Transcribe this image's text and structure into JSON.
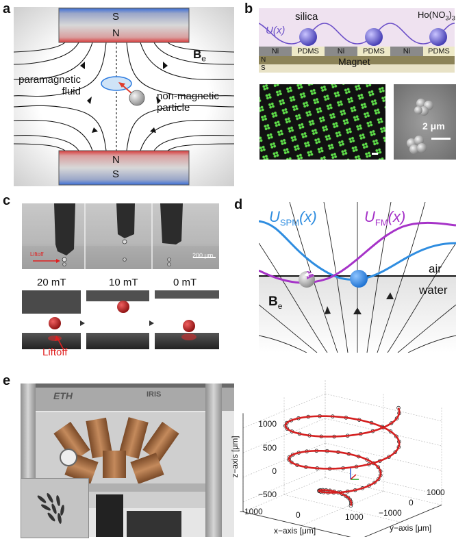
{
  "panel_a": {
    "label": "a",
    "top_magnet": {
      "upper": "S",
      "lower": "N"
    },
    "bottom_magnet": {
      "upper": "N",
      "lower": "S"
    },
    "field_label": "B",
    "field_sub": "e",
    "fluid_label_1": "paramagnetic",
    "fluid_label_2": "fluid",
    "particle_label_1": "non-magnetic",
    "particle_label_2": "particle"
  },
  "panel_b": {
    "label": "b",
    "potential_label": "U(x)",
    "silica": "silica",
    "ho": "Ho(NO",
    "ho_sub": "3",
    "ho_close": ")",
    "ho_sub2": "3",
    "strip_labels": [
      "Ni",
      "PDMS",
      "Ni",
      "PDMS",
      "Ni",
      "PDMS"
    ],
    "n_label": "N",
    "s_label": "S",
    "magnet_label": "Magnet",
    "scalebar": "2 μm"
  },
  "panel_c": {
    "label": "c",
    "liftoff_small": "Liftoff",
    "scalebar": "200 μm",
    "fields": [
      "20 mT",
      "10 mT",
      "0 mT"
    ],
    "liftoff": "Liftoff"
  },
  "panel_d": {
    "label": "d",
    "u_spm": "U",
    "u_spm_sub": "SPM",
    "u_fm": "U",
    "u_fm_sub": "FM",
    "arg": "(x)",
    "air": "air",
    "water": "water",
    "field_label": "B",
    "field_sub": "e",
    "colors": {
      "spm": "#2f8de0",
      "fm": "#a633c8"
    }
  },
  "panel_e": {
    "label": "e",
    "frame_text_1": "ETH",
    "frame_text_2": "IRIS",
    "plot": {
      "z_label": "z−axis [μm]",
      "x_label": "x−axis [μm]",
      "y_label": "y−axis [μm]",
      "z_ticks": [
        "1000",
        "500",
        "0",
        "−500"
      ],
      "x_ticks": [
        "−1000",
        "0",
        "1000"
      ],
      "y_ticks": [
        "−1000",
        "0",
        "1000"
      ]
    }
  },
  "chart_data": {
    "type": "scatter",
    "title": "",
    "xlabel": "x−axis [μm]",
    "ylabel": "y−axis [μm]",
    "zlabel": "z−axis [μm]",
    "xlim": [
      -1000,
      1000
    ],
    "ylim": [
      -1000,
      1000
    ],
    "zlim": [
      -700,
      1300
    ],
    "grid": true,
    "series": [
      {
        "color": "#d42020",
        "kind": "helix-line"
      },
      {
        "color": "#222222",
        "kind": "helix-markers"
      }
    ],
    "helix": {
      "turns": 3,
      "z_start": -650,
      "z_end": 1300,
      "radius_um": 800
    }
  }
}
